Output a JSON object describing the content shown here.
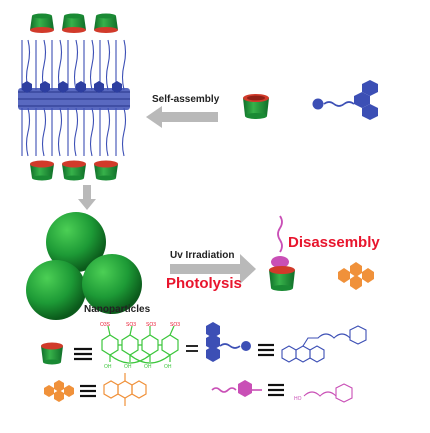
{
  "labels": {
    "self_assembly": "Self-assembly",
    "uv_irradiation": "Uv Irradiation",
    "photolysis": "Photolysis",
    "disassembly": "Disassembly",
    "nanoparticles": "Nanoparticles"
  },
  "chemistry": {
    "sulfonate_groups": [
      "O3S",
      "SO3",
      "SO3",
      "SO3"
    ],
    "hydroxyl_groups": [
      "OH",
      "OH",
      "OH",
      "OH"
    ],
    "linker_hydroxyl": "HO"
  },
  "colors": {
    "cup_green": "#1f8f3a",
    "cup_rim_red": "#d13a2a",
    "guest_blue": "#3c4fb5",
    "anthraquinone_orange": "#f0913a",
    "linker_magenta": "#c94fb6",
    "arrow_gray": "#b9b9b9",
    "label_red": "#e8152d",
    "structure_green": "#3cc63c"
  }
}
